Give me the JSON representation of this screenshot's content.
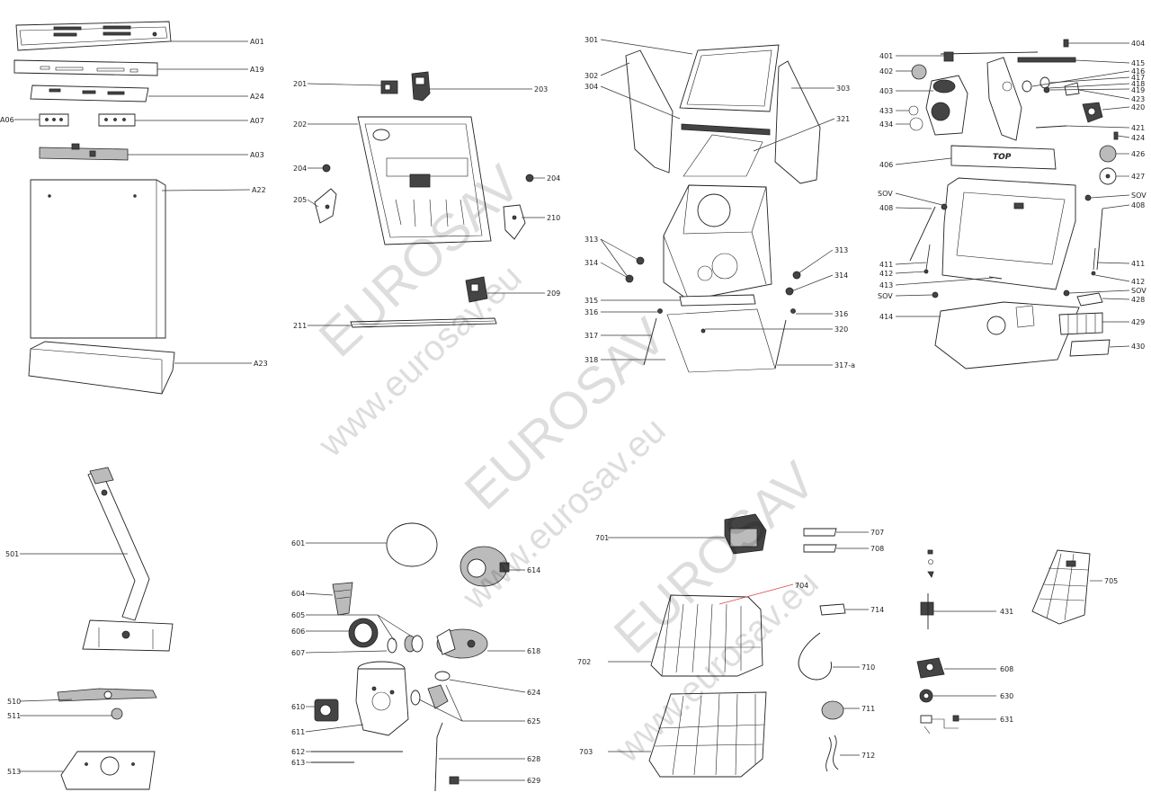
{
  "watermarks": {
    "brand": "EUROSAV",
    "url": "www.eurosav.eu",
    "url_short": "eurosav.eu"
  },
  "top_marking": "TOP",
  "callouts": {
    "A01": "A01",
    "A19": "A19",
    "A24": "A24",
    "A06": "A06",
    "A07": "A07",
    "A03": "A03",
    "A22": "A22",
    "A23": "A23",
    "201": "201",
    "202": "202",
    "203": "203",
    "204a": "204",
    "204b": "204",
    "205": "205",
    "210": "210",
    "209": "209",
    "211": "211",
    "301": "301",
    "302": "302",
    "304": "304",
    "303": "303",
    "321": "321",
    "313a": "313",
    "313b": "313",
    "314a": "314",
    "314b": "314",
    "315": "315",
    "316a": "316",
    "316b": "316",
    "317": "317",
    "320": "320",
    "318": "318",
    "317a": "317-a",
    "401": "401",
    "402": "402",
    "403": "403",
    "433": "433",
    "434": "434",
    "406": "406",
    "SOV1": "SOV",
    "408a": "408",
    "411a": "411",
    "412a": "412",
    "413": "413",
    "SOV2": "SOV",
    "414": "414",
    "404": "404",
    "415": "415",
    "416": "416",
    "417": "417",
    "418": "418",
    "419": "419",
    "423": "423",
    "420": "420",
    "421": "421",
    "424": "424",
    "426": "426",
    "427": "427",
    "SOV3": "SOV",
    "408b": "408",
    "411b": "411",
    "412b": "412",
    "SOV4": "SOV",
    "428": "428",
    "429": "429",
    "430": "430",
    "501": "501",
    "510": "510",
    "511": "511",
    "513": "513",
    "601": "601",
    "604": "604",
    "605": "605",
    "606": "606",
    "607": "607",
    "610": "610",
    "611": "611",
    "612": "612",
    "613": "613",
    "614": "614",
    "618": "618",
    "624": "624",
    "625": "625",
    "628": "628",
    "629": "629",
    "701": "701",
    "702": "702",
    "703": "703",
    "704": "704",
    "707": "707",
    "708": "708",
    "714": "714",
    "710": "710",
    "711": "711",
    "712": "712",
    "431": "431",
    "608": "608",
    "630": "630",
    "631": "631",
    "705": "705"
  },
  "colors": {
    "line": "#222222",
    "accent_leader": "#dd4444",
    "watermark": "#000000"
  }
}
